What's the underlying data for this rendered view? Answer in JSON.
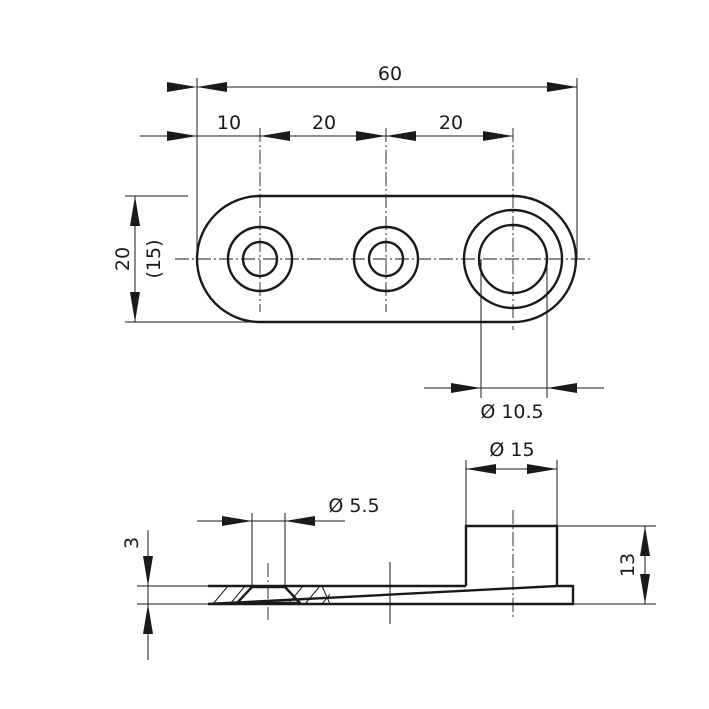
{
  "top_view": {
    "overall_length": "60",
    "dim_edge_to_hole1": "10",
    "dim_hole1_to_hole2": "20",
    "dim_hole2_to_hole3": "20",
    "width": "20",
    "width_ref": "(15)",
    "large_hole_diameter": "Ø 10.5"
  },
  "side_view": {
    "boss_diameter": "Ø 15",
    "countersink_diameter": "Ø 5.5",
    "plate_thickness": "3",
    "total_height": "13"
  }
}
